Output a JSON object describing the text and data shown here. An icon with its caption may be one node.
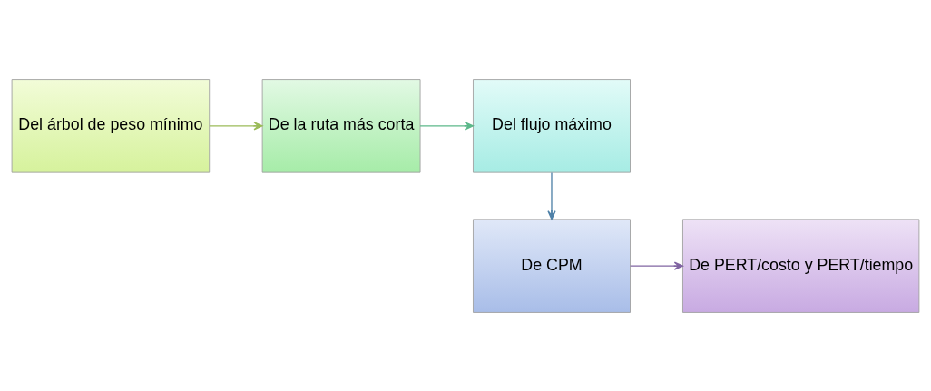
{
  "diagram": {
    "nodes": [
      {
        "text": [
          "Del árbol de peso mínimo"
        ]
      },
      {
        "text": [
          "De la ruta más corta"
        ]
      },
      {
        "text": [
          "Del flujo máximo"
        ]
      },
      {
        "text": [
          "De CPM"
        ]
      },
      {
        "text": [
          "De PERT/costo y PERT/tiempo"
        ]
      }
    ],
    "edges": [
      {
        "from": 0,
        "to": 1,
        "arrow": "to",
        "color": "#9bbb59"
      },
      {
        "from": 1,
        "to": 2,
        "arrow": "to",
        "color": "#5cb88a"
      },
      {
        "from": 2,
        "to": 3,
        "arrow": "to",
        "color": "#4f81a8"
      },
      {
        "from": 3,
        "to": 4,
        "arrow": "to",
        "color": "#8064a2"
      }
    ]
  }
}
